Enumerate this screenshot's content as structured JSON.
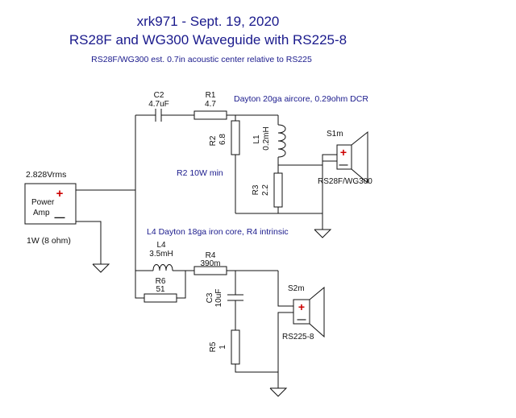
{
  "header": {
    "title": "xrk971  - Sept. 19, 2020",
    "subtitle": "RS28F and WG300 Waveguide with RS225-8",
    "note": "RS28F/WG300 est. 0.7in acoustic center relative to RS225"
  },
  "source": {
    "voltage": "2.828Vrms",
    "name_line1": "Power",
    "name_line2": "Amp",
    "plus": "+",
    "minus": "—",
    "power": "1W (8 ohm)"
  },
  "tweeter_section": {
    "note_l1": "Dayton 20ga aircore, 0.29ohm DCR",
    "note_r2": "R2 10W min",
    "c2": {
      "name": "C2",
      "value": "4.7uF"
    },
    "r1": {
      "name": "R1",
      "value": "4.7"
    },
    "r2": {
      "name": "R2",
      "value": "6.8"
    },
    "l1": {
      "name": "L1",
      "value": "0.2mH"
    },
    "r3": {
      "name": "R3",
      "value": "2.2"
    },
    "speaker": {
      "ref": "S1m",
      "name": "RS28F/WG300",
      "plus": "+",
      "minus": "—"
    }
  },
  "woofer_section": {
    "note_l4": "L4 Dayton 18ga iron core, R4 intrinsic",
    "l4": {
      "name": "L4",
      "value": "3.5mH"
    },
    "r6": {
      "name": "R6",
      "value": "51"
    },
    "r4": {
      "name": "R4",
      "value": "390m"
    },
    "c3": {
      "name": "C3",
      "value": "10uF"
    },
    "r5": {
      "name": "R5",
      "value": "1"
    },
    "speaker": {
      "ref": "S2m",
      "name": "RS225-8",
      "plus": "+",
      "minus": "—"
    }
  },
  "colors": {
    "title": "#1a1a8c",
    "plus": "#cc0000",
    "wire": "#111111"
  }
}
